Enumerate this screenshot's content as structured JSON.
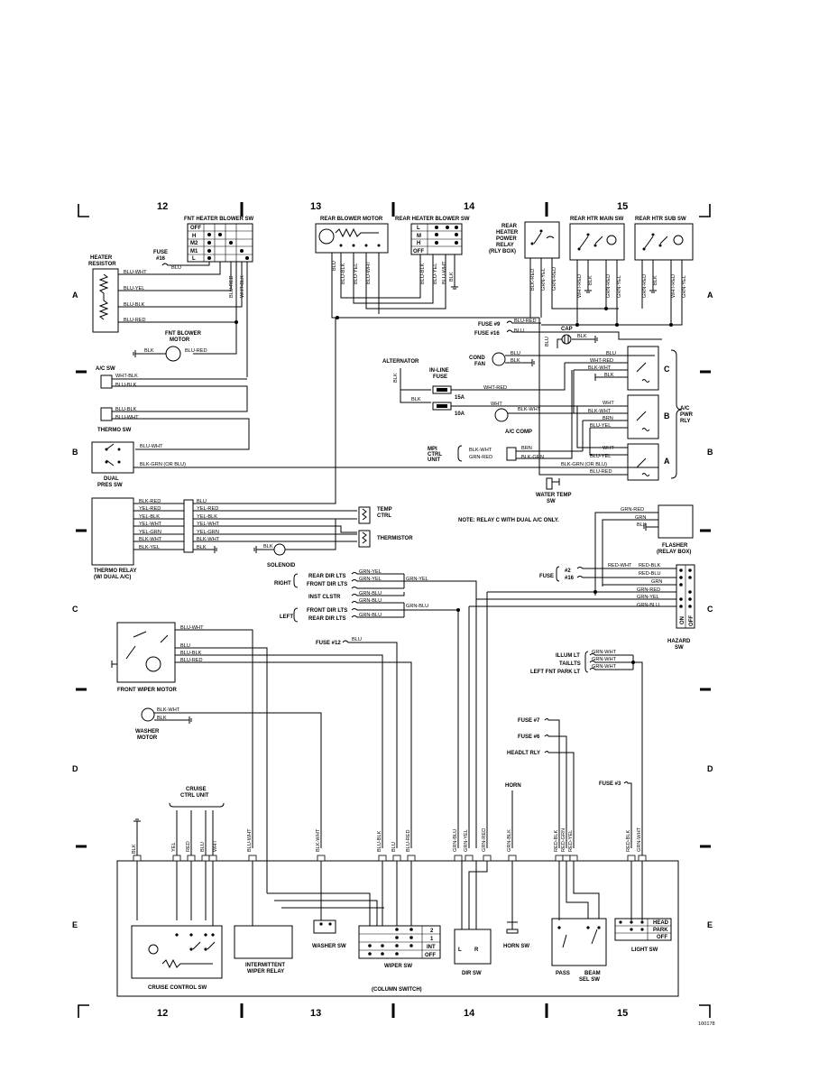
{
  "grid": {
    "columns": [
      "12",
      "13",
      "14",
      "15"
    ],
    "rows": [
      "A",
      "B",
      "C",
      "D",
      "E"
    ]
  },
  "components": {
    "fnt_heater_blower_sw": "FNT HEATER BLOWER SW",
    "fnt_positions": [
      "OFF",
      "H",
      "M2",
      "M1",
      "L"
    ],
    "rear_blower_motor": "REAR BLOWER MOTOR",
    "rear_heater_blower_sw": "REAR HEATER BLOWER SW",
    "rear_positions": [
      "L",
      "M",
      "H",
      "OFF"
    ],
    "rear_heater_power_relay": [
      "REAR",
      "HEATER",
      "POWER",
      "RELAY",
      "(RLY BOX)"
    ],
    "rear_htr_main_sw": "REAR HTR MAIN SW",
    "rear_htr_sub_sw": "REAR HTR SUB SW",
    "heater_resistor": [
      "HEATER",
      "RESISTOR"
    ],
    "fuse16": [
      "FUSE",
      "#16"
    ],
    "fnt_blower_motor": [
      "FNT BLOWER",
      "MOTOR"
    ],
    "ac_sw": "A/C SW",
    "thermo_sw": "THERMO SW",
    "dual_pres_sw": [
      "DUAL",
      "PRES SW"
    ],
    "alternator": "ALTERNATOR",
    "inline_fuse": [
      "IN-LINE",
      "FUSE"
    ],
    "fuse_15a": "15A",
    "fuse_10a": "10A",
    "cond_fan": [
      "COND",
      "FAN"
    ],
    "ac_comp": "A/C COMP",
    "mpi_ctrl_unit": [
      "MPI",
      "CTRL",
      "UNIT"
    ],
    "ac_pwr_rly": [
      "A/C",
      "PWR",
      "RLY"
    ],
    "relay_letters": [
      "C",
      "B",
      "A"
    ],
    "water_temp_sw": [
      "WATER TEMP",
      "SW"
    ],
    "cap": "CAP",
    "fuse9": "FUSE #9",
    "fuse16b": "FUSE #16",
    "thermo_relay": [
      "THERMO RELAY",
      "(W/ DUAL A/C)"
    ],
    "temp_ctrl": [
      "TEMP",
      "CTRL"
    ],
    "thermistor": "THERMISTOR",
    "solenoid": "SOLENOID",
    "note": "NOTE: RELAY C WITH DUAL A/C ONLY.",
    "flasher": [
      "FLASHER",
      "(RELAY BOX)"
    ],
    "fuse_label": "FUSE",
    "fuse_2": "#2",
    "fuse_16c": "#16",
    "hazard_sw": [
      "HAZARD",
      "SW"
    ],
    "hazard_on": "ON",
    "hazard_off": "OFF",
    "right": "RIGHT",
    "left": "LEFT",
    "rear_dir_lts": "REAR DIR LTS",
    "front_dir_lts": "FRONT DIR LTS",
    "inst_clstr": "INST CLSTR",
    "front_wiper_motor": "FRONT WIPER MOTOR",
    "fuse12": "FUSE #12",
    "washer_motor": [
      "WASHER",
      "MOTOR"
    ],
    "illum_lt": "ILLUM LT",
    "taillts": "TAILLTS",
    "left_fnt_park_lt": "LEFT FNT PARK LT",
    "fuse7": "FUSE #7",
    "fuse6": "FUSE #6",
    "headlt_rly": "HEADLT RLY",
    "fuse3": "FUSE #3",
    "horn": "HORN",
    "cruise_ctrl_unit": [
      "CRUISE",
      "CTRL UNIT"
    ],
    "cruise_control_sw": "CRUISE CONTROL SW",
    "intermittent_wiper_relay": [
      "INTERMITTENT",
      "WIPER RELAY"
    ],
    "washer_sw": "WASHER SW",
    "wiper_sw": "WIPER SW",
    "wiper_positions": [
      "2",
      "1",
      "INT",
      "OFF"
    ],
    "column_switch": "(COLUMN SWITCH)",
    "dir_sw": "DIR SW",
    "dir_l": "L",
    "dir_r": "R",
    "horn_sw": "HORN SW",
    "pass": "PASS",
    "beam_sel_sw": [
      "BEAM",
      "SEL SW"
    ],
    "light_sw": "LIGHT SW",
    "light_positions": [
      "HEAD",
      "PARK",
      "OFF"
    ],
    "page_id": "100178"
  },
  "wires": {
    "top_rear": [
      "BLU",
      "BLU-BLK",
      "BLU-YEL",
      "BLU-WHT",
      "BLU-BLK",
      "BLU-YEL",
      "BLU-WHT",
      "BLK"
    ],
    "relay_wires": [
      "BLK-RED",
      "GRN-YEL",
      "GRN-RED"
    ],
    "main_sw_wires": [
      "WHT-RED",
      "BLK",
      "GRN-RED",
      "GRN-YEL"
    ],
    "sub_sw_wires": [
      "GRN-RED",
      "BLK",
      "WHT-RED",
      "GRN-YEL"
    ],
    "fnt_sw_wires": [
      "BLU-RED",
      "WHT-BLK"
    ],
    "resistor_wires": [
      "BLU-WHT",
      "BLU-YEL",
      "BLU-BLK",
      "BLU-RED"
    ],
    "blower_motor": [
      "BLK",
      "BLU-RED"
    ],
    "fuse16_wire": "BLU",
    "ac_sw": [
      "WHT-BLK",
      "BLU-BLK"
    ],
    "thermo_sw": [
      "BLU-BLK",
      "BLU-WHT"
    ],
    "dual_pres": [
      "BLU-WHT",
      "BLK-GRN (OR BLU)"
    ],
    "fuse_feeds": [
      "BLU-RED",
      "BLU"
    ],
    "cap": [
      "BLU",
      "BLK"
    ],
    "cond_fan": [
      "BLU",
      "BLK"
    ],
    "relay_c": [
      "BLU",
      "WHT-RED",
      "BLK-WHT",
      "BLK"
    ],
    "alt": [
      "BLK",
      "BLK",
      "WHT-RED",
      "WHT"
    ],
    "relay_b": [
      "WHT",
      "BLK-WHT",
      "BRN",
      "BLU-YEL"
    ],
    "ac_comp": "BLK-WHT",
    "mpi": [
      "BLK-WHT",
      "GRN-RED",
      "BRN",
      "BLK-GRN"
    ],
    "relay_a": [
      "WHT",
      "BLU-YEL",
      "BLK-GRN (OR BLU)",
      "BLU-RED"
    ],
    "thermo_relay_left": [
      "BLK-RED",
      "YEL-RED",
      "YEL-BLK",
      "YEL-WHT",
      "YEL-GRN",
      "BLK-WHT",
      "BLK-YEL"
    ],
    "thermo_relay_right": [
      "BLU",
      "YEL-RED",
      "YEL-BLK",
      "YEL-WHT",
      "YEL-GRN",
      "BLK-WHT",
      "BLK"
    ],
    "solenoid": "BLK",
    "flasher": [
      "GRN-RED",
      "GRN",
      "BLK"
    ],
    "hazard": [
      "RED-WHT",
      "RED-BLK",
      "RED-BLU",
      "GRN",
      "GRN-RED",
      "GRN-YEL",
      "GRN-BLU"
    ],
    "dir_lts": [
      "GRN-YEL",
      "GRN-YEL",
      "GRN-YEL",
      "GRN-BLU",
      "GRN-BLU",
      "GRN-BLU",
      "GRN-BLU"
    ],
    "wiper_motor": [
      "BLU-WHT",
      "BLU",
      "BLU-BLK",
      "BLU-RED"
    ],
    "fuse12": "BLU",
    "washer_motor": [
      "BLK-WHT",
      "BLK"
    ],
    "illum": [
      "GRN-WHT",
      "GRN-WHT",
      "GRN-WHT"
    ],
    "column_top": [
      "BLK",
      "YEL",
      "RED",
      "BLU",
      "WHT",
      "BLU-WHT",
      "BLK-WHT",
      "BLU-BLK",
      "BLU",
      "BLU-RED",
      "GRN-BLU",
      "GRN-YEL",
      "GRN-RED",
      "GRN-BLK",
      "RED-BLK",
      "RED-GRN",
      "RED-YEL",
      "RED-BLK",
      "GRN-WHT"
    ]
  }
}
